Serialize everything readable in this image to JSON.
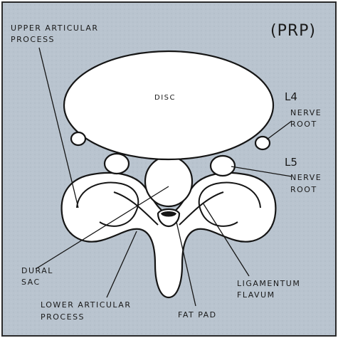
{
  "figure": {
    "corner_tag": "(PRP)",
    "labels": {
      "upper_articular_line1": "UPPER ARTICULAR",
      "upper_articular_line2": "PROCESS",
      "disc": "DISC",
      "l4": "L4",
      "l4_nerve": "NERVE",
      "l4_root": "ROOT",
      "l5": "L5",
      "l5_nerve": "NERVE",
      "l5_root": "ROOT",
      "dural_line1": "DURAL",
      "dural_line2": "SAC",
      "lower_articular_line1": "LOWER ARTICULAR",
      "lower_articular_line2": "PROCESS",
      "fat_pad": "FAT PAD",
      "ligamentum_line1": "LIGAMENTUM",
      "ligamentum_line2": "FLAVUM"
    }
  },
  "colors": {
    "background": "#b9c4cf",
    "frame": "#2a2a2a",
    "ink": "#151515",
    "structure_fill": "#ffffff"
  }
}
